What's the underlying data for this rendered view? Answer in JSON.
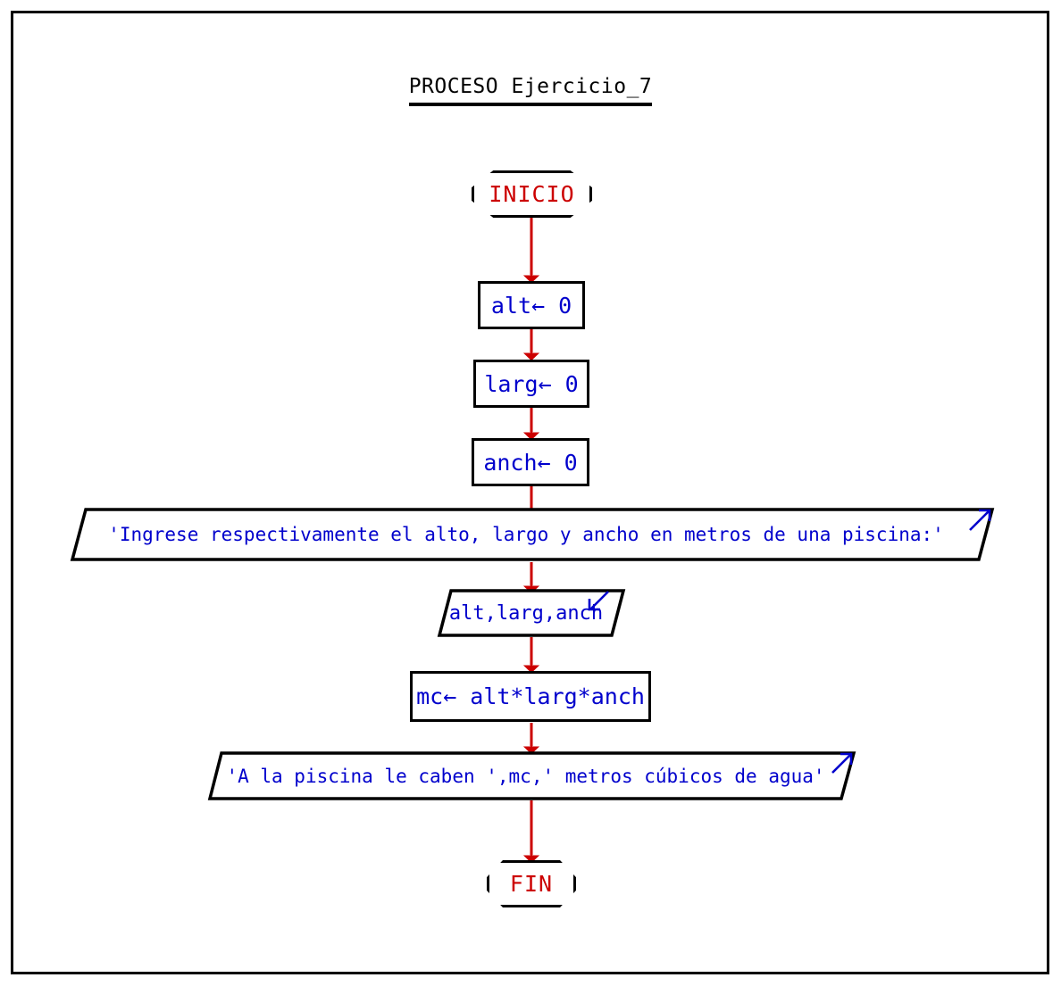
{
  "diagram": {
    "title": "PROCESO Ejercicio_7",
    "language": "es",
    "colors": {
      "frame": "#000000",
      "node_border": "#000000",
      "terminal_text": "#cc0000",
      "statement_text": "#0000cc",
      "connector": "#cc0000",
      "io_marker": "#0000cc",
      "background": "#ffffff"
    },
    "nodes": [
      {
        "id": "inicio",
        "type": "terminal",
        "label": "INICIO"
      },
      {
        "id": "alt",
        "type": "process",
        "label": "alt← 0"
      },
      {
        "id": "larg",
        "type": "process",
        "label": "larg← 0"
      },
      {
        "id": "anch",
        "type": "process",
        "label": "anch← 0"
      },
      {
        "id": "escribir1",
        "type": "output",
        "label": "'Ingrese respectivamente el alto, largo y ancho en metros de una piscina:'"
      },
      {
        "id": "leer",
        "type": "input",
        "label": "alt,larg,anch"
      },
      {
        "id": "mc",
        "type": "process",
        "label": "mc← alt*larg*anch"
      },
      {
        "id": "escribir2",
        "type": "output",
        "label": "'A la piscina le caben ',mc,' metros cúbicos de agua'"
      },
      {
        "id": "fin",
        "type": "terminal",
        "label": "FIN"
      }
    ],
    "edges": [
      {
        "from": "inicio",
        "to": "alt"
      },
      {
        "from": "alt",
        "to": "larg"
      },
      {
        "from": "larg",
        "to": "anch"
      },
      {
        "from": "anch",
        "to": "escribir1"
      },
      {
        "from": "escribir1",
        "to": "leer"
      },
      {
        "from": "leer",
        "to": "mc"
      },
      {
        "from": "mc",
        "to": "escribir2"
      },
      {
        "from": "escribir2",
        "to": "fin"
      }
    ],
    "icons": {
      "output_marker": "arrow-up-right-icon",
      "input_marker": "arrow-down-left-icon",
      "flow_arrow": "arrow-down-icon"
    }
  }
}
